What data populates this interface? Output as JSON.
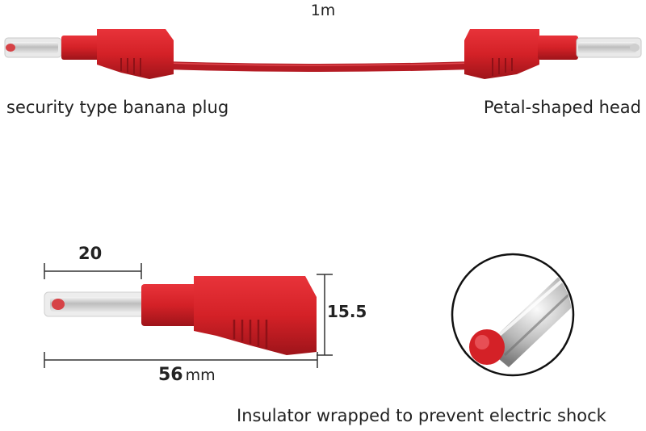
{
  "labels": {
    "cable_length": "1m",
    "left_plug": "security type banana plug",
    "right_plug": "Petal-shaped head",
    "insulator": "Insulator wrapped to prevent electric shock"
  },
  "dimensions": {
    "tip_length": "20",
    "height": "15.5",
    "total_length": "56",
    "unit": "mm"
  },
  "colors": {
    "plug_red": "#d42127",
    "cable_red": "#b51c24",
    "dim_line": "#333333",
    "metal": "#c8c8c8"
  }
}
